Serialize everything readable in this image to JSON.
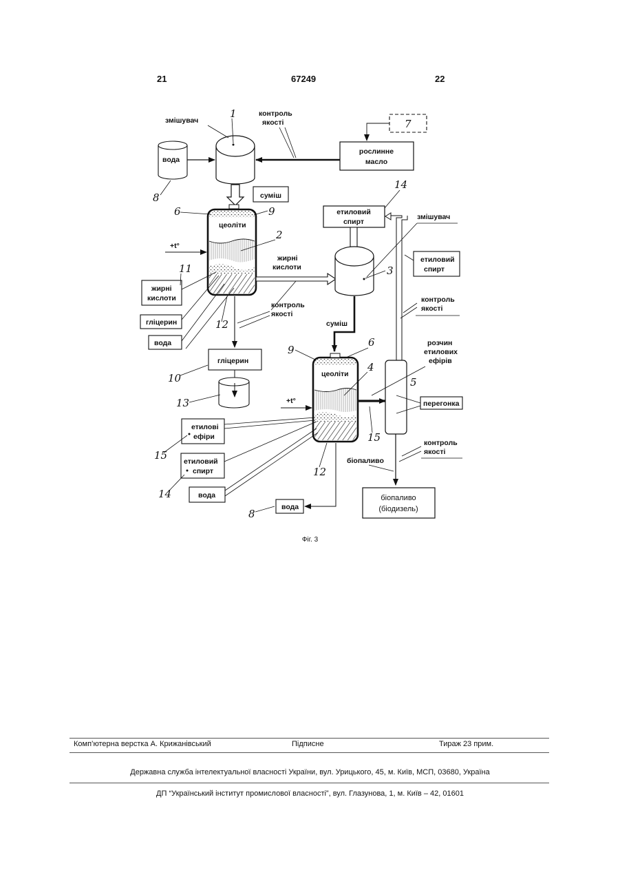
{
  "header": {
    "page_left": "21",
    "patent_number": "67249",
    "page_right": "22"
  },
  "diagram": {
    "labels": {
      "mixer_1": "змішувач",
      "quality_control_top_line1": "контроль",
      "quality_control_top_line2": "якості",
      "box_7": "7",
      "vegetable_oil_line1": "рослинне",
      "vegetable_oil_line2": "масло",
      "water_tank": "вода",
      "mixture_1": "суміш",
      "zeolites_2": "цеоліти",
      "heat_2": "+t°",
      "fatty_acids_flow_line1": "жирні",
      "fatty_acids_flow_line2": "кислоти",
      "fatty_acids_box_line1": "жирні",
      "fatty_acids_box_line2": "кислоти",
      "glycerin_side": "гліцерин",
      "water_side": "вода",
      "quality_control_mid_line1": "контроль",
      "quality_control_mid_line2": "якості",
      "glycerin_out": "гліцерин",
      "ethyl_alcohol_top_line1": "етиловий",
      "ethyl_alcohol_top_line2": "спирт",
      "mixer_3": "змішувач",
      "ethyl_alcohol_right_line1": "етиловий",
      "ethyl_alcohol_right_line2": "спирт",
      "quality_control_right_line1": "контроль",
      "quality_control_right_line2": "якості",
      "mixture_3": "суміш",
      "ester_solution_line1": "розчин",
      "ester_solution_line2": "етилових",
      "ester_solution_line3": "ефірів",
      "distillation": "перегонка",
      "zeolites_4": "цеоліти",
      "heat_4": "+t°",
      "ethyl_esters_line1": "етилові",
      "ethyl_esters_line2": "ефіри",
      "ethyl_alcohol_bottom_line1": "етиловий",
      "ethyl_alcohol_bottom_line2": "спирт",
      "water_bottom_side": "вода",
      "water_out": "вода",
      "quality_control_bottom_line1": "контроль",
      "quality_control_bottom_line2": "якості",
      "biofuel_flow": "біопаливо",
      "biofuel_box_line1": "біопаливо",
      "biofuel_box_line2": "(біодизель)"
    },
    "numbers": {
      "n1": "1",
      "n2": "2",
      "n3": "3",
      "n4": "4",
      "n5": "5",
      "n6a": "6",
      "n6b": "6",
      "n7": "7",
      "n8a": "8",
      "n8b": "8",
      "n9a": "9",
      "n9b": "9",
      "n10": "10",
      "n11": "11",
      "n12a": "12",
      "n12b": "12",
      "n13": "13",
      "n14a": "14",
      "n14b": "14",
      "n15a": "15",
      "n15b": "15"
    }
  },
  "caption": "Фіг. 3",
  "footer": {
    "layout": "Комп’ютерна верстка А. Крижанівський",
    "signed": "Підписне",
    "circulation": "Тираж 23 прим.",
    "service": "Державна служба інтелектуальної власності України, вул. Урицького, 45, м. Київ, МСП, 03680, Україна",
    "institute": "ДП “Український інститут промислової власності”, вул. Глазунова, 1, м. Київ – 42, 01601"
  }
}
